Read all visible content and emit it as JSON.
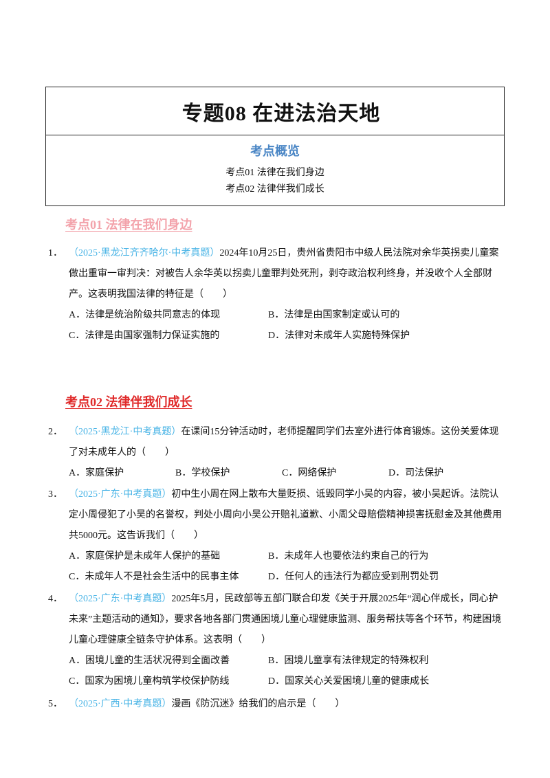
{
  "title": "专题08  在进法治天地",
  "overview": {
    "heading": "考点概览",
    "items": [
      "考点01  法律在我们身边",
      "考点02    法律伴我们成长"
    ]
  },
  "sections": [
    {
      "heading": "考点01  法律在我们身边"
    },
    {
      "heading": "考点02    法律伴我们成长"
    }
  ],
  "questions": [
    {
      "num": "1．",
      "source": "（2025·黑龙江齐齐哈尔·中考真题）",
      "text": "2024年10月25日，贵州省贵阳市中级人民法院对余华英拐卖儿童案做出重审一审判决：对被告人余华英以拐卖儿童罪判处死刑，剥夺政治权利终身，并没收个人全部财产。这表明我国法律的特征是（　　）",
      "options": [
        "A．法律是统治阶级共同意志的体现",
        "B．法律是由国家制定或认可的",
        "C．法律是由国家强制力保证实施的",
        "D．法律对未成年人实施特殊保护"
      ]
    },
    {
      "num": "2．",
      "source": "（2025·黑龙江·中考真题）",
      "text": "在课间15分钟活动时，老师提醒同学们去室外进行体育锻炼。这份关爱体现了对未成年人的（　　）",
      "options": [
        "A．家庭保护",
        "B．学校保护",
        "C．网络保护",
        "D．司法保护"
      ]
    },
    {
      "num": "3．",
      "source": "（2025·广东·中考真题）",
      "text": "初中生小周在网上散布大量贬损、诋毁同学小吴的内容，被小吴起诉。法院认定小周侵犯了小吴的名誉权，判处小周向小吴公开赔礼道歉、小周父母赔偿精神损害抚慰金及其他费用共5000元。这告诉我们（　　）",
      "options": [
        "A．家庭保护是未成年人保护的基础",
        "B．未成年人也要依法约束自己的行为",
        "C．未成年人不是社会生活中的民事主体",
        "D．任何人的违法行为都应受到刑罚处罚"
      ]
    },
    {
      "num": "4．",
      "source": "（2025·广东·中考真题）",
      "text": "2025年5月，民政部等五部门联合印发《关于开展2025年“润心伴成长，同心护未来”主题活动的通知》，要求各地各部门贯通困境儿童心理健康监测、服务帮扶等各个环节，构建困境儿童心理健康全链条守护体系。这表明（　　）",
      "options": [
        "A．困境儿童的生活状况得到全面改善",
        "B．困境儿童享有法律规定的特殊权利",
        "C．国家为困境儿童构筑学校保护防线",
        "D．国家关心关爱困境儿童的健康成长"
      ]
    },
    {
      "num": "5．",
      "source": "（2025·广西·中考真题）",
      "text": "漫画《防沉迷》给我们的启示是（　　）",
      "options": []
    }
  ]
}
